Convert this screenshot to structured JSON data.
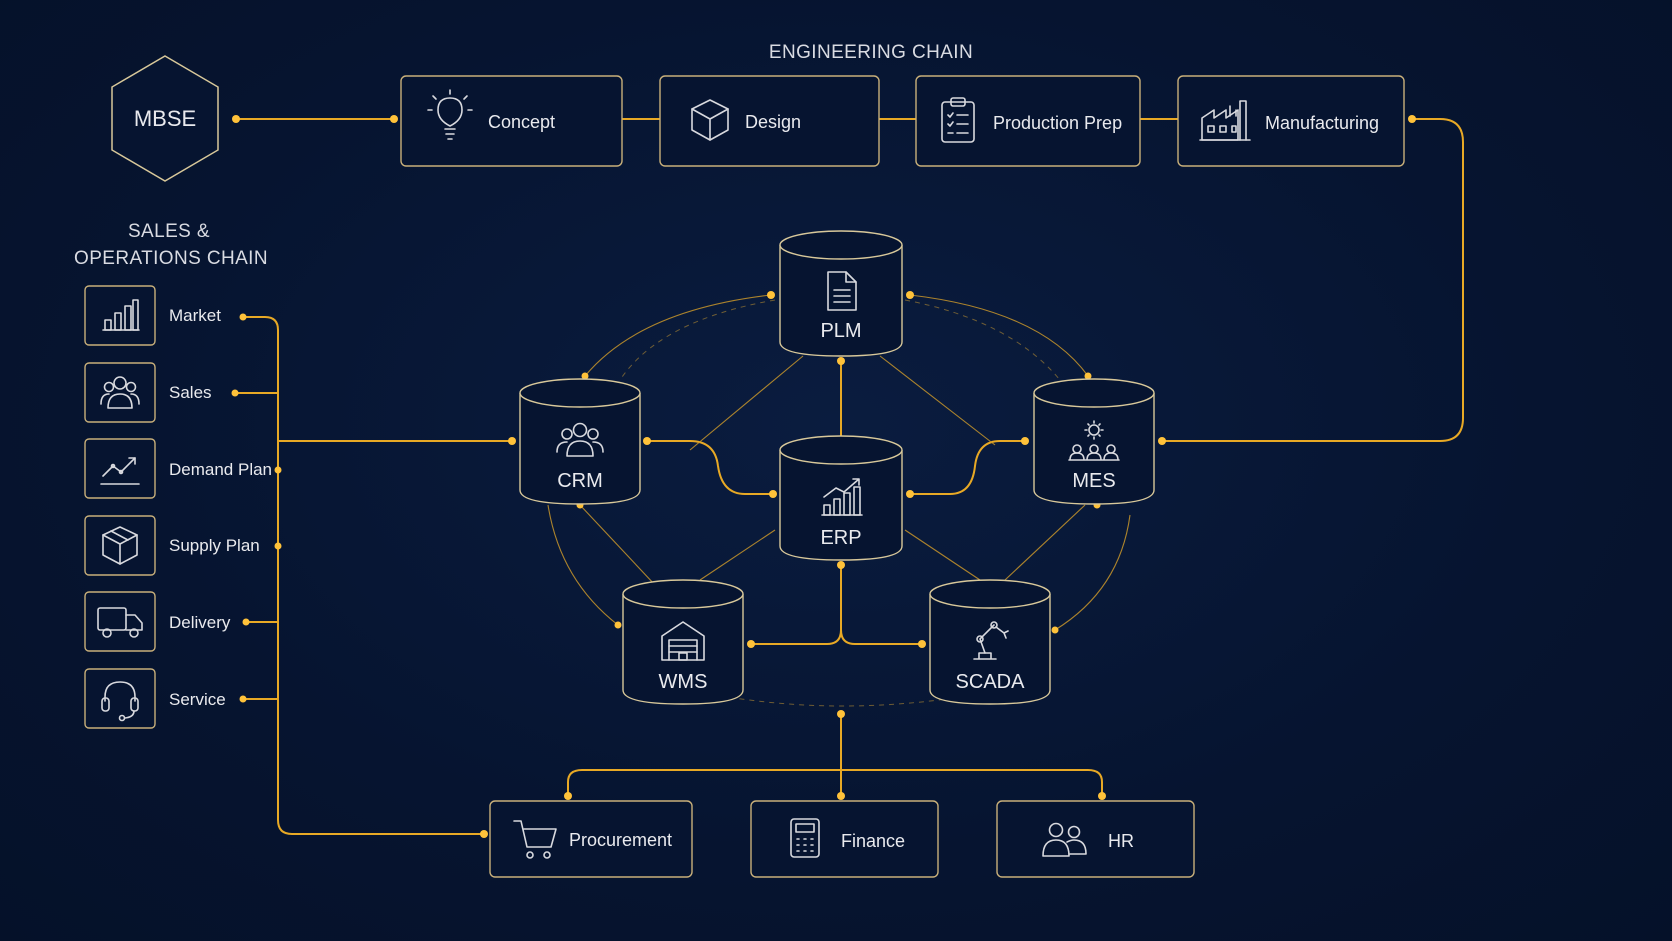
{
  "headings": {
    "engineering": "ENGINEERING CHAIN",
    "sales_line1": "SALES &",
    "sales_line2": "OPERATIONS CHAIN"
  },
  "mbse": {
    "label": "MBSE"
  },
  "engineering_chain": [
    {
      "label": "Concept",
      "icon": "lightbulb-icon"
    },
    {
      "label": "Design",
      "icon": "cube-icon"
    },
    {
      "label": "Production Prep",
      "icon": "clipboard-icon"
    },
    {
      "label": "Manufacturing",
      "icon": "factory-icon"
    }
  ],
  "sales_chain": [
    {
      "label": "Market",
      "icon": "bar-chart-icon"
    },
    {
      "label": "Sales",
      "icon": "users-icon"
    },
    {
      "label": "Demand Plan",
      "icon": "trend-line-icon"
    },
    {
      "label": "Supply Plan",
      "icon": "box-icon"
    },
    {
      "label": "Delivery",
      "icon": "truck-icon"
    },
    {
      "label": "Service",
      "icon": "headset-icon"
    }
  ],
  "systems": {
    "plm": {
      "label": "PLM",
      "icon": "document-icon"
    },
    "crm": {
      "label": "CRM",
      "icon": "group-icon"
    },
    "erp": {
      "label": "ERP",
      "icon": "growth-chart-icon"
    },
    "mes": {
      "label": "MES",
      "icon": "gear-people-icon"
    },
    "wms": {
      "label": "WMS",
      "icon": "warehouse-icon"
    },
    "scada": {
      "label": "SCADA",
      "icon": "robot-arm-icon"
    }
  },
  "support": [
    {
      "label": "Procurement",
      "icon": "cart-icon"
    },
    {
      "label": "Finance",
      "icon": "calculator-icon"
    },
    {
      "label": "HR",
      "icon": "people-icon"
    }
  ],
  "colors": {
    "background": "#061430",
    "accent": "#f2b230",
    "box_stroke": "#c9b07a",
    "text": "#e9eaee"
  }
}
